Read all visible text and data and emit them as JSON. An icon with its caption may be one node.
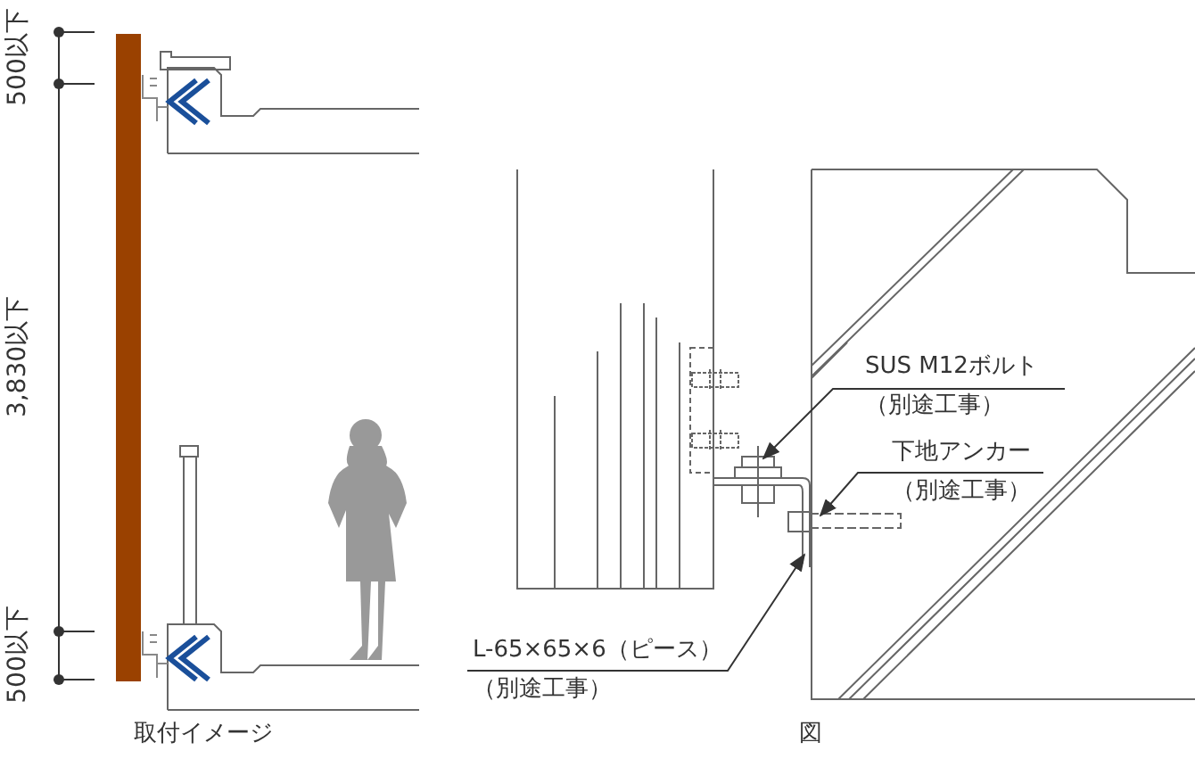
{
  "diagram": {
    "nodes": [
      {
        "text": [
          "SUS M12ボルト",
          "（別途工事）"
        ]
      },
      {
        "text": [
          "下地アンカー",
          "（別途工事）"
        ]
      },
      {
        "text": [
          "L-65×65×6（ピース）",
          "（別途工事）"
        ]
      }
    ],
    "edges": [
      {
        "from": 0,
        "to": null,
        "arrow": "to"
      },
      {
        "from": 1,
        "to": null,
        "arrow": "to"
      },
      {
        "from": 2,
        "to": null,
        "arrow": "to"
      }
    ],
    "labels": [
      "500以下",
      "3,830以下",
      "500以下",
      "取付イメージ",
      "図"
    ]
  }
}
